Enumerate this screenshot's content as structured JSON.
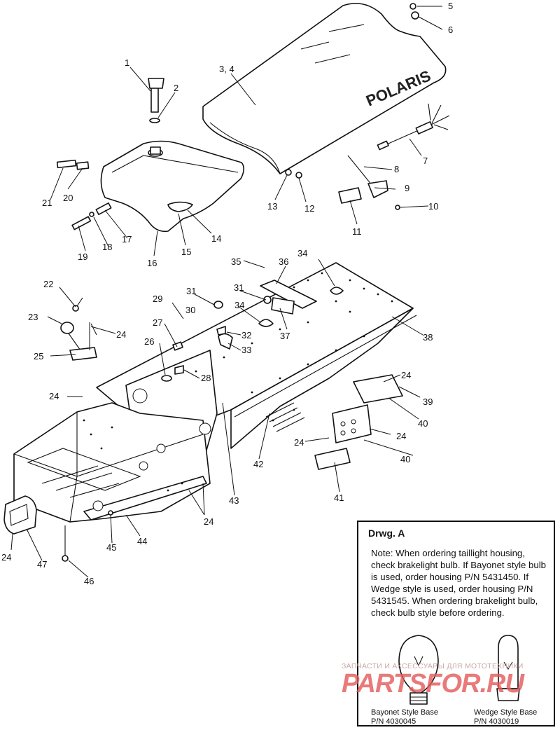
{
  "callouts": {
    "c1": "1",
    "c2": "2",
    "c3_4": "3, 4",
    "c5": "5",
    "c6": "6",
    "c7": "7",
    "c8": "8",
    "c9": "9",
    "c10": "10",
    "c11": "11",
    "c12": "12",
    "c13": "13",
    "c14": "14",
    "c15": "15",
    "c16": "16",
    "c17": "17",
    "c18": "18",
    "c19": "19",
    "c20": "20",
    "c21": "21",
    "c22": "22",
    "c23": "23",
    "c24": "24",
    "c25": "25",
    "c26": "26",
    "c27": "27",
    "c28": "28",
    "c29": "29",
    "c30": "30",
    "c31": "31",
    "c32": "32",
    "c33": "33",
    "c34": "34",
    "c35": "35",
    "c36": "36",
    "c37": "37",
    "c38": "38",
    "c39": "39",
    "c40": "40",
    "c41": "41",
    "c42": "42",
    "c43": "43",
    "c44": "44",
    "c45": "45",
    "c46": "46",
    "c47": "47"
  },
  "seat_logo": "POLARIS",
  "note": {
    "title": "Drwg. A",
    "text": "Note: When ordering taillight housing, check brakelight bulb.  If Bayonet style bulb is  used, order housing P/N 5431450.  If Wedge style is used, order housing P/N 5431545.  When ordering brakelight bulb, check bulb style before ordering.",
    "bayonet_caption": "Bayonet Style Base",
    "bayonet_pn": "P/N 4030045",
    "wedge_caption": "Wedge Style Base",
    "wedge_pn": "P/N 4030019"
  },
  "watermark": {
    "top": "ЗАПЧАСТИ И АКСЕССУАРЫ ДЛЯ МОТОТЕХНИКИ",
    "logo": "PARTSFOR.RU"
  }
}
